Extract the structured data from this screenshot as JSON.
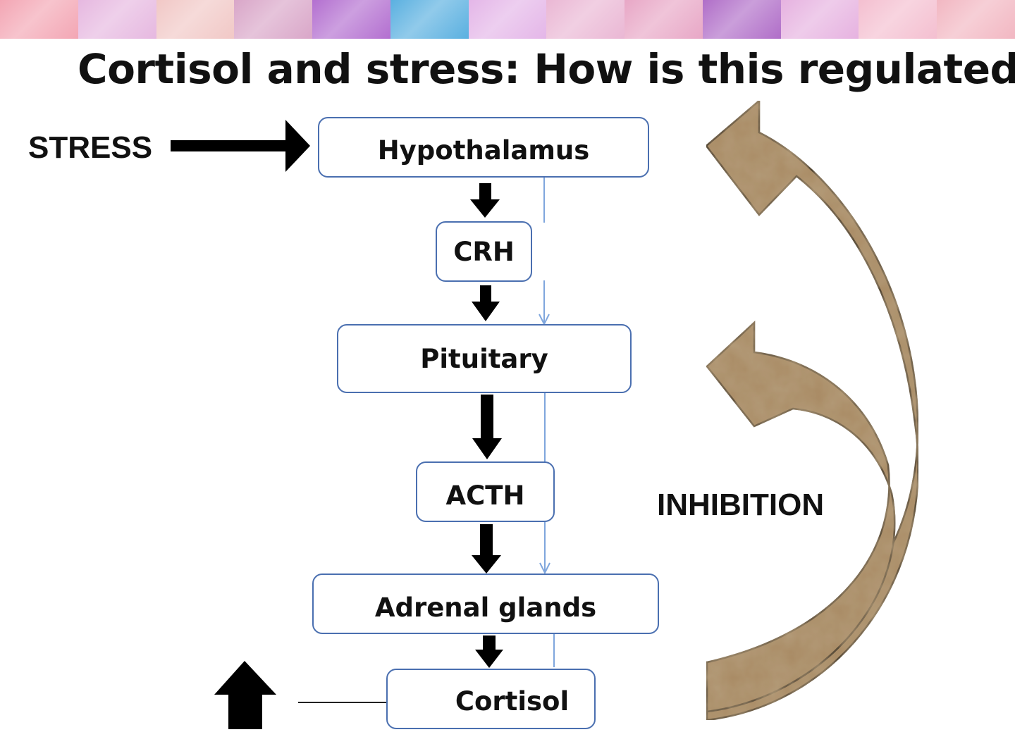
{
  "title": "Cortisol and stress: How is this regulated??",
  "banner_colors": [
    "#f3a6b4",
    "#e6b8e0",
    "#f1c8c6",
    "#d9a6c8",
    "#b36fd0",
    "#5ab0e0",
    "#e4b6e8",
    "#eab7d4",
    "#e8a7c6",
    "#b06ec8",
    "#e6b2e0",
    "#f4bfd0",
    "#f2b7c2"
  ],
  "stress_label": "STRESS",
  "inhibition_label": "INHIBITION",
  "nodes": {
    "hypothalamus": "Hypothalamus",
    "crh": "CRH",
    "pituitary": "Pituitary",
    "acth": "ACTH",
    "adrenal": "Adrenal glands",
    "cortisol": "Cortisol"
  },
  "colors": {
    "box_border": "#4a6fb0",
    "thin_line": "#7fa6dd",
    "arrow": "#000000",
    "feedback_arrow": "#a98a63"
  }
}
